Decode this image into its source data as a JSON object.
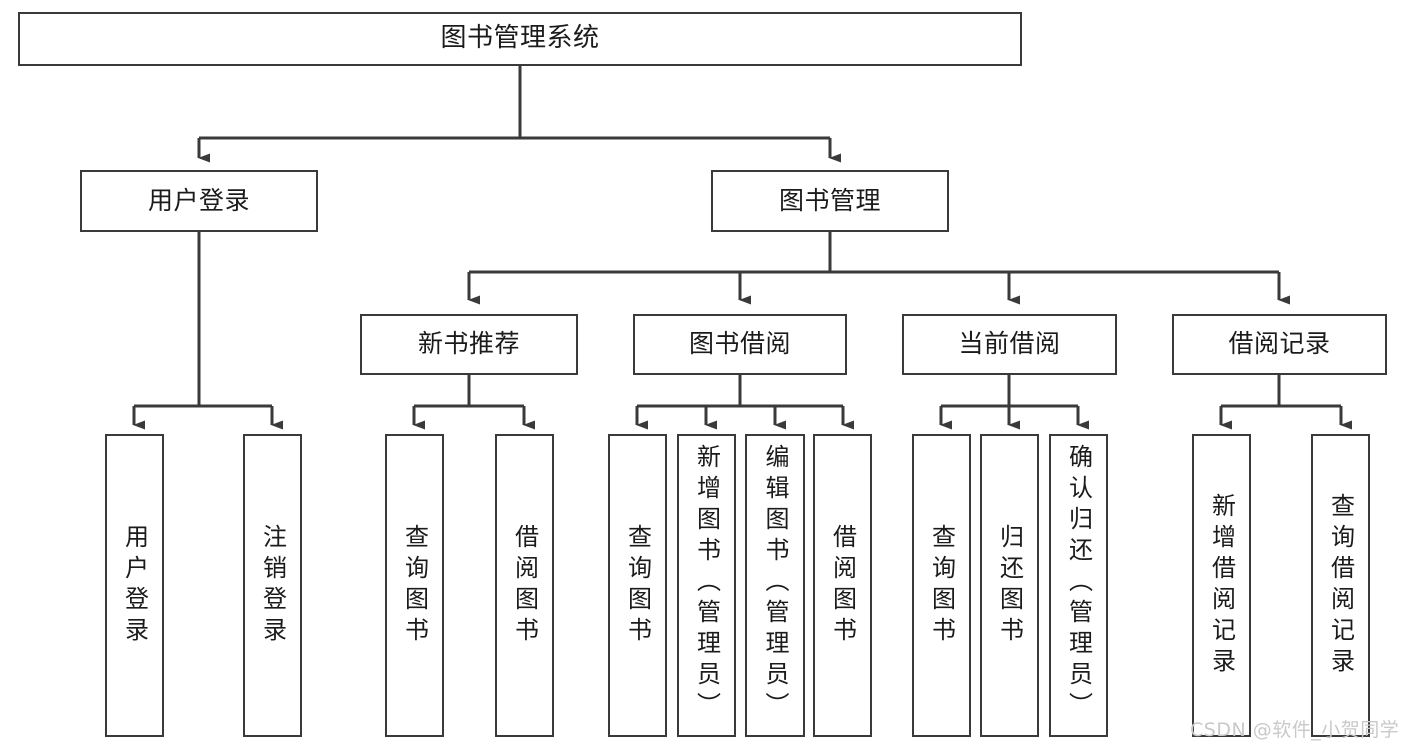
{
  "diagram": {
    "type": "tree",
    "title": "图书管理系统",
    "watermark": "CSDN @软件_小贺同学",
    "colors": {
      "stroke": "#3a3a3a",
      "fill": "#ffffff",
      "text": "#1b1b1b",
      "watermark": "#c9c9c9"
    },
    "root": {
      "label": "图书管理系统"
    },
    "level2": [
      {
        "label": "用户登录"
      },
      {
        "label": "图书管理"
      }
    ],
    "level3": [
      {
        "label": "新书推荐"
      },
      {
        "label": "图书借阅"
      },
      {
        "label": "当前借阅"
      },
      {
        "label": "借阅记录"
      }
    ],
    "leaves": {
      "user_login": [
        {
          "label": "用户登录"
        },
        {
          "label": "注销登录"
        }
      ],
      "new_book": [
        {
          "label": "查询图书"
        },
        {
          "label": "借阅图书"
        }
      ],
      "book_borrow": [
        {
          "label": "查询图书"
        },
        {
          "label": "新增图书（管理员）"
        },
        {
          "label": "编辑图书（管理员）"
        },
        {
          "label": "借阅图书"
        }
      ],
      "current_borrow": [
        {
          "label": "查询图书"
        },
        {
          "label": "归还图书"
        },
        {
          "label": "确认归还（管理员）"
        }
      ],
      "borrow_record": [
        {
          "label": "新增借阅记录"
        },
        {
          "label": "查询借阅记录"
        }
      ]
    }
  }
}
